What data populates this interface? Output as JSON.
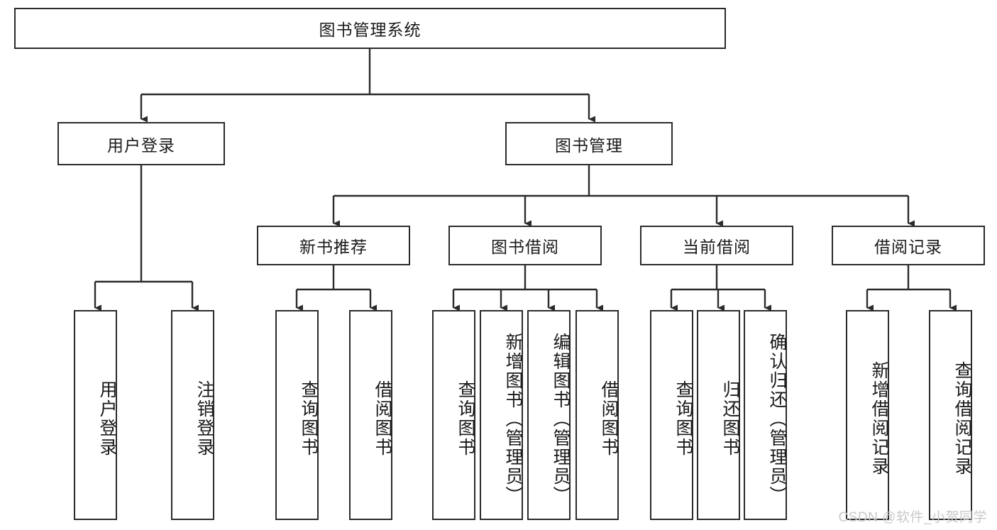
{
  "diagram": {
    "title": "图书管理系统",
    "type": "tree",
    "root": {
      "label": "图书管理系统"
    },
    "level2": [
      {
        "id": "user-login",
        "label": "用户登录"
      },
      {
        "id": "book-manage",
        "label": "图书管理"
      }
    ],
    "level3": [
      {
        "id": "new-book-recommend",
        "label": "新书推荐"
      },
      {
        "id": "book-borrow",
        "label": "图书借阅"
      },
      {
        "id": "current-borrow",
        "label": "当前借阅"
      },
      {
        "id": "borrow-record",
        "label": "借阅记录"
      }
    ],
    "leaves": {
      "user_login": [
        {
          "id": "leaf-user-login",
          "label": "用户登录"
        },
        {
          "id": "leaf-user-logout",
          "label": "注销登录"
        }
      ],
      "new_book_recommend": [
        {
          "id": "leaf-query-book-1",
          "label": "查询图书"
        },
        {
          "id": "leaf-borrow-book-1",
          "label": "借阅图书"
        }
      ],
      "book_borrow": [
        {
          "id": "leaf-query-book-2",
          "label": "查询图书"
        },
        {
          "id": "leaf-add-book",
          "label": "新增图书（管理员）"
        },
        {
          "id": "leaf-edit-book",
          "label": "编辑图书（管理员）"
        },
        {
          "id": "leaf-borrow-book-2",
          "label": "借阅图书"
        }
      ],
      "current_borrow": [
        {
          "id": "leaf-query-book-3",
          "label": "查询图书"
        },
        {
          "id": "leaf-return-book",
          "label": "归还图书"
        },
        {
          "id": "leaf-confirm-return",
          "label": "确认归还（管理员）"
        }
      ],
      "borrow_record": [
        {
          "id": "leaf-add-record",
          "label": "新增借阅记录"
        },
        {
          "id": "leaf-query-record",
          "label": "查询借阅记录"
        }
      ]
    }
  },
  "watermark": {
    "text": "CSDN @软件_小贺同学"
  },
  "colors": {
    "stroke": "#2b2b2b",
    "fill": "#ffffff",
    "text": "#1a1a1a",
    "watermark": "#c9c9c9"
  }
}
